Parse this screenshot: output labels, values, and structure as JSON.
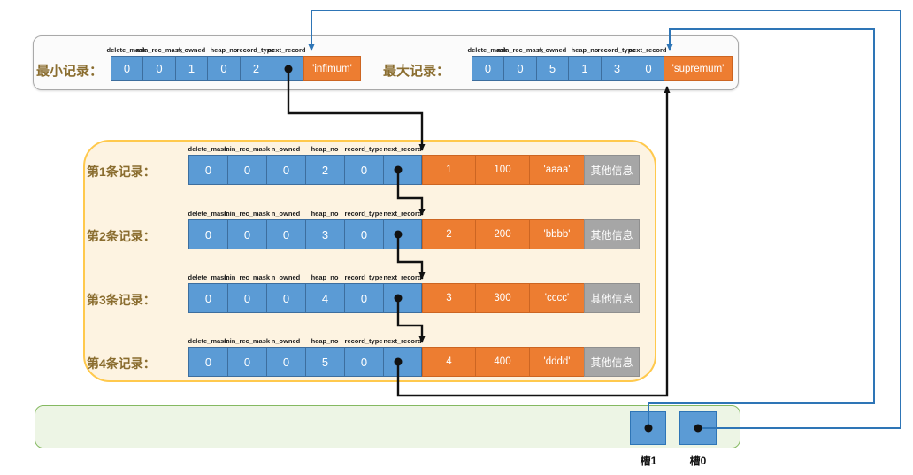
{
  "fields": [
    "delete_mask",
    "min_rec_mask",
    "n_owned",
    "heap_no",
    "record_type",
    "next_record"
  ],
  "min_record": {
    "label": "最小记录：",
    "values": [
      "0",
      "0",
      "1",
      "0",
      "2",
      ""
    ],
    "name": "'infimum'"
  },
  "max_record": {
    "label": "最大记录：",
    "values": [
      "0",
      "0",
      "5",
      "1",
      "3",
      "0"
    ],
    "name": "'supremum'"
  },
  "records": [
    {
      "label": "第1条记录：",
      "header_values": [
        "0",
        "0",
        "0",
        "2",
        "0",
        ""
      ],
      "columns": [
        "1",
        "100",
        "'aaaa'"
      ],
      "extra": "其他信息"
    },
    {
      "label": "第2条记录：",
      "header_values": [
        "0",
        "0",
        "0",
        "3",
        "0",
        ""
      ],
      "columns": [
        "2",
        "200",
        "'bbbb'"
      ],
      "extra": "其他信息"
    },
    {
      "label": "第3条记录：",
      "header_values": [
        "0",
        "0",
        "0",
        "4",
        "0",
        ""
      ],
      "columns": [
        "3",
        "300",
        "'cccc'"
      ],
      "extra": "其他信息"
    },
    {
      "label": "第4条记录：",
      "header_values": [
        "0",
        "0",
        "0",
        "5",
        "0",
        ""
      ],
      "columns": [
        "4",
        "400",
        "'dddd'"
      ],
      "extra": "其他信息"
    }
  ],
  "slots": [
    {
      "label": "槽1"
    },
    {
      "label": "槽0"
    }
  ],
  "colors": {
    "cell_blue": "#5b9bd5",
    "cell_orange": "#ed7d31",
    "cell_gray": "#a6a6a6",
    "label_olive": "#8a6d2f",
    "link_blue": "#2e75b6",
    "link_black": "#111111",
    "records_box_bg": "#fdf3e1",
    "records_box_border": "#ffc94d",
    "slots_box_bg": "#edf5e5",
    "slots_box_border": "#85b961"
  }
}
